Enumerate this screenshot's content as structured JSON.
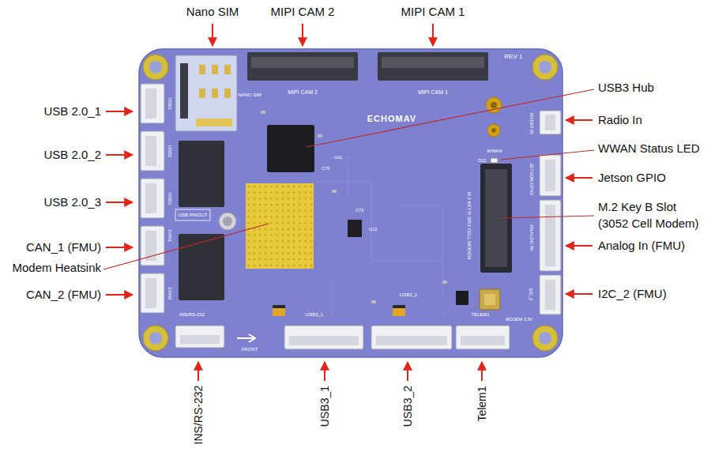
{
  "diagram": {
    "labels": [
      "Nano SIM",
      "MIPI CAM 2",
      "MIPI CAM 1",
      "USB3 Hub",
      "USB 2.0_1",
      "Radio In",
      "WWAN Status LED",
      "USB 2.0_2",
      "Jetson GPIO",
      "USB 2.0_3",
      "M.2 Key B Slot (3052 Cell Modem)",
      "Analog In (FMU)",
      "CAN_1 (FMU)",
      "Modem Heatsink",
      "CAN_2 (FMU)",
      "I2C_2 (FMU)",
      "INS/RS-232",
      "USB3_1",
      "USB3_2",
      "Telem1",
      "REV 1",
      "MIPI CAM 2",
      "MIPI CAM 1",
      "NANO SIM",
      "ECHOMAV",
      "USB1",
      "USB2",
      "USB3",
      "CAN1",
      "CAN2",
      "USB PINOUT",
      "RADIO IN",
      "WWAN",
      "JETSON GPIO",
      "M.2 KEY B 3052 CELL MODEM",
      "ANALOG IN",
      "I2C_2",
      "MODEM 3.3V",
      "INS/RS-232",
      "USB3_1",
      "USB3_2",
      "TELEM1",
      "FRONT",
      "U11",
      "C79",
      "D12",
      "C73",
      "U13"
    ]
  }
}
